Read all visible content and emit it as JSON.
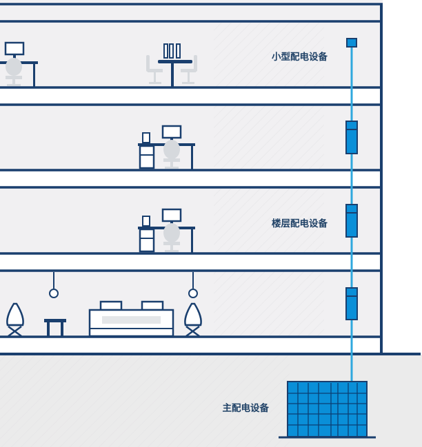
{
  "labels": {
    "small_distribution": "小型配电设备",
    "floor_distribution": "楼层配电设备",
    "main_distribution": "主配电设备"
  },
  "colors": {
    "structure": "#1a3f6e",
    "cable": "#2fa8de",
    "panel_blue": "#0a8fd8",
    "furniture_gray": "#d6d9dd",
    "floor_fill": "#f1f0f2",
    "ground_fill": "#ebebeb",
    "label": "#1f4166"
  },
  "icons": [
    "desk-icon",
    "chair-icon",
    "monitor-icon",
    "pendant-lamp-icon",
    "sofa-icon",
    "lounge-chair-icon",
    "coffee-table-icon",
    "cabinet-icon"
  ]
}
